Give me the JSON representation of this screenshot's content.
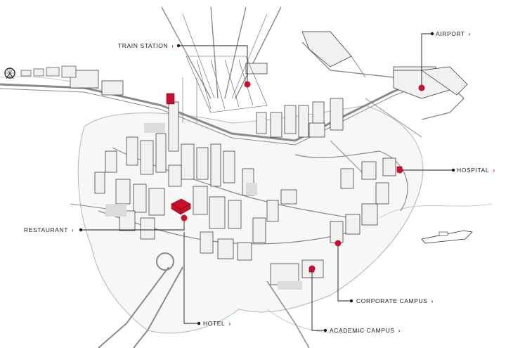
{
  "colors": {
    "accent": "#c8102e",
    "line": "#1a1a1a",
    "road": "#8a8a8a",
    "building_fill": "#f1f1f1",
    "shade": "#dcdcdc"
  },
  "callouts": [
    {
      "id": "train-station",
      "label": "TRAIN STATION",
      "arrow": "›",
      "icon": "chevron-right-icon"
    },
    {
      "id": "airport",
      "label": "AIRPORT",
      "arrow": "›",
      "icon": "chevron-right-icon"
    },
    {
      "id": "hospital",
      "label": "HOSPITAL",
      "arrow": "›",
      "icon": "chevron-right-icon"
    },
    {
      "id": "restaurant",
      "label": "RESTAURANT",
      "arrow": "›",
      "icon": "chevron-right-icon"
    },
    {
      "id": "corporate-campus",
      "label": "CORPORATE CAMPUS",
      "arrow": "›",
      "icon": "chevron-right-icon"
    },
    {
      "id": "hotel",
      "label": "HOTEL",
      "arrow": "›",
      "icon": "chevron-right-icon"
    },
    {
      "id": "academic-campus",
      "label": "ACADEMIC CAMPUS",
      "arrow": "›",
      "icon": "chevron-right-icon"
    }
  ],
  "landmark_icons": [
    "ferris-wheel-icon",
    "ship-icon",
    "location-marker-icon"
  ]
}
